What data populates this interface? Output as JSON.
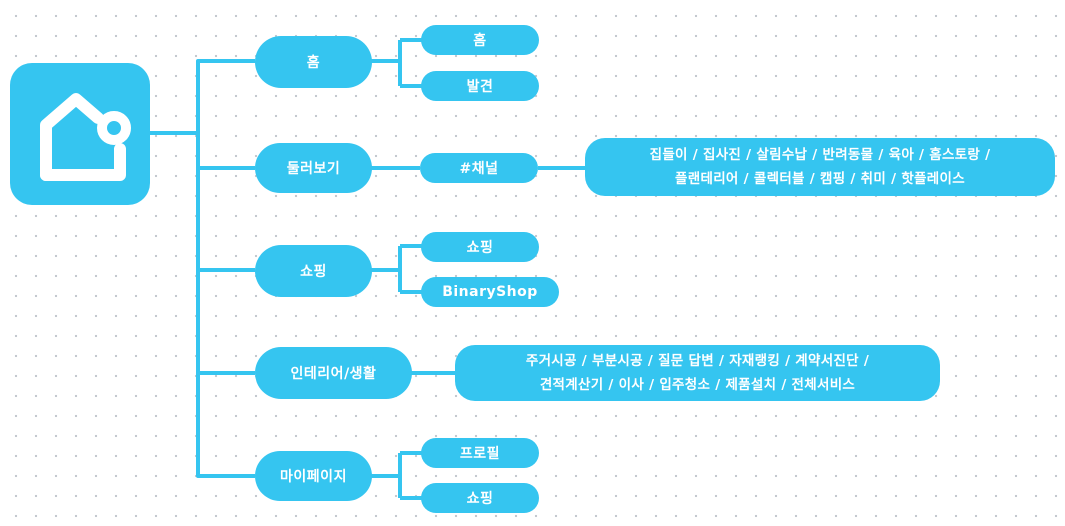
{
  "brand": {
    "accent": "#35c5f0",
    "background": "#ffffff",
    "logo_icon": "house-logo-icon"
  },
  "menu": [
    {
      "label": "홈",
      "children": [
        {
          "label": "홈"
        },
        {
          "label": "발견"
        }
      ]
    },
    {
      "label": "둘러보기",
      "children": [
        {
          "label": "#채널",
          "children": [
            {
              "lines": [
                "집들이 / 집사진 / 살림수납 / 반려동물 / 육아 / 홈스토랑 /",
                "플랜테리어 / 콜렉터블 / 캠핑 / 취미 / 핫플레이스"
              ]
            }
          ]
        }
      ]
    },
    {
      "label": "쇼핑",
      "children": [
        {
          "label": "쇼핑"
        },
        {
          "label": "BinaryShop"
        }
      ]
    },
    {
      "label": "인테리어/생활",
      "children": [
        {
          "lines": [
            "주거시공 / 부분시공 / 질문 답변 / 자재랭킹 / 계약서진단 /",
            "견적계산기 / 이사 / 입주청소 / 제품설치 / 전체서비스"
          ]
        }
      ]
    },
    {
      "label": "마이페이지",
      "children": [
        {
          "label": "프로필"
        },
        {
          "label": "쇼핑"
        }
      ]
    }
  ]
}
